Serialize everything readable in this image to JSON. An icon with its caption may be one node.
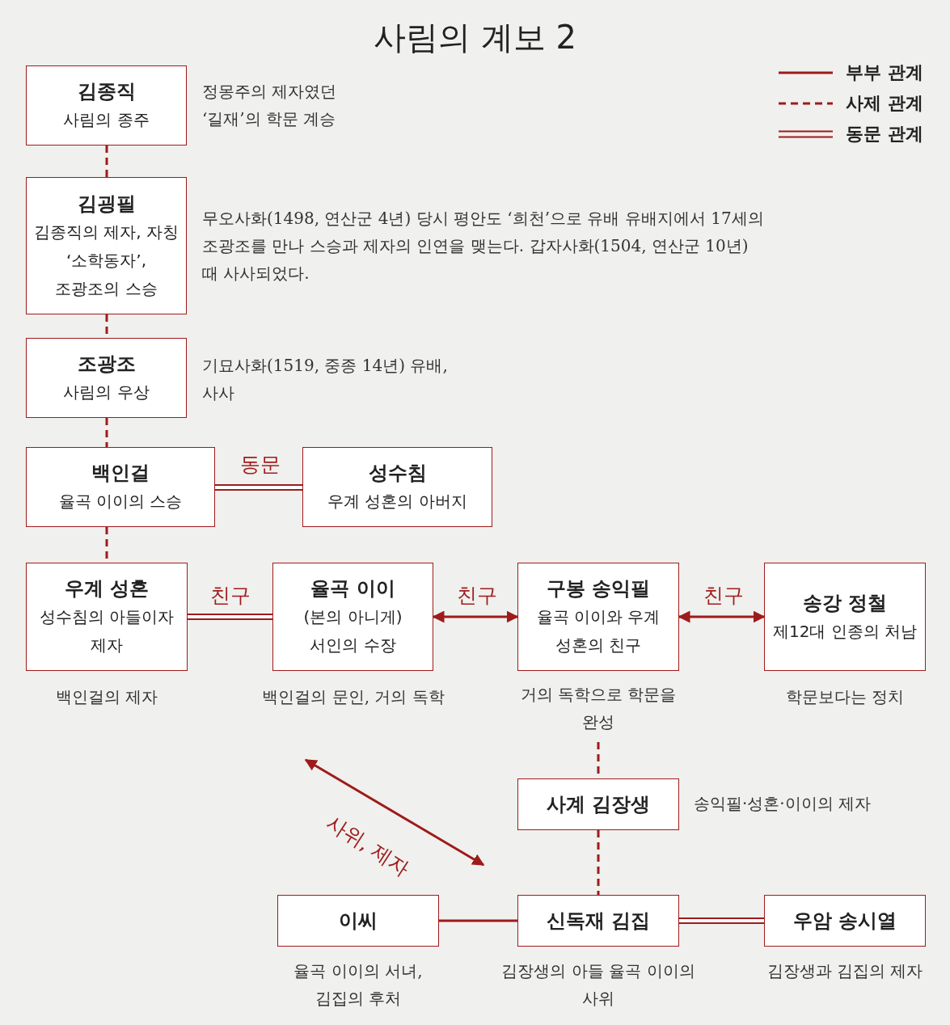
{
  "diagram": {
    "title": "사림의 계보 2",
    "nodes": [
      {
        "text": [
          "김종직",
          "사림의 종주"
        ],
        "beside": [
          "정몽주의 제자였던 ‘길재’의 학문 계승"
        ]
      },
      {
        "text": [
          "김굉필",
          "김종직의 제자, 자칭 ‘소학동자’, 조광조의 스승"
        ],
        "beside": [
          "무오사화(1498, 연산군 4년) 당시 평안도 ‘희천’으로 유배 유배지에서 17세의 조광조를 만나 스승과 제자의 인연을 맺는다. 갑자사화(1504, 연산군 10년) 때 사사되었다."
        ]
      },
      {
        "text": [
          "조광조",
          "사림의 우상"
        ],
        "beside": [
          "기묘사화(1519, 중종 14년) 유배, 사사"
        ]
      },
      {
        "text": [
          "백인걸",
          "율곡 이이의 스승"
        ]
      },
      {
        "text": [
          "성수침",
          "우계 성혼의 아버지"
        ]
      },
      {
        "text": [
          "우계 성혼",
          "성수침의 아들이자 제자"
        ],
        "beside": [
          "백인걸의 제자"
        ]
      },
      {
        "text": [
          "율곡 이이",
          "(본의 아니게) 서인의 수장"
        ],
        "beside": [
          "백인걸의 문인, 거의 독학"
        ]
      },
      {
        "text": [
          "구봉 송익필",
          "율곡 이이와 우계 성혼의 친구"
        ],
        "beside": [
          "거의 독학으로 학문을 완성"
        ]
      },
      {
        "text": [
          "송강 정철",
          "제12대 인종의 처남"
        ],
        "beside": [
          "학문보다는 정치"
        ]
      },
      {
        "text": [
          "사계 김장생"
        ],
        "beside": [
          "송익필·성혼·이이의 제자"
        ]
      },
      {
        "text": [
          "이씨"
        ],
        "beside": [
          "율곡 이이의 서녀, 김집의 후처"
        ]
      },
      {
        "text": [
          "신독재 김집"
        ],
        "beside": [
          "김장생의 아들 율곡 이이의 사위"
        ]
      },
      {
        "text": [
          "우암 송시열"
        ],
        "beside": [
          "김장생과 김집의 제자"
        ]
      }
    ],
    "edges": [
      {
        "from": 0,
        "to": 1,
        "arrow": "none",
        "style": "dashed"
      },
      {
        "from": 1,
        "to": 2,
        "arrow": "none",
        "style": "dashed"
      },
      {
        "from": 2,
        "to": 3,
        "arrow": "none",
        "style": "dashed"
      },
      {
        "from": 3,
        "to": 4,
        "arrow": "none",
        "style": "thick",
        "label": "동문"
      },
      {
        "from": 3,
        "to": 5,
        "arrow": "none",
        "style": "dashed"
      },
      {
        "from": 5,
        "to": 6,
        "arrow": "none",
        "style": "thick",
        "label": "친구"
      },
      {
        "from": 6,
        "to": 7,
        "arrow": "both",
        "label": "친구"
      },
      {
        "from": 7,
        "to": 8,
        "arrow": "both",
        "label": "친구"
      },
      {
        "from": 7,
        "to": 9,
        "arrow": "none",
        "style": "dashed"
      },
      {
        "from": 9,
        "to": 11,
        "arrow": "none",
        "style": "dashed"
      },
      {
        "from": 6,
        "to": 11,
        "arrow": "both",
        "label": "사위, 제자"
      },
      {
        "from": 10,
        "to": 11,
        "arrow": "none"
      },
      {
        "from": 11,
        "to": 12,
        "arrow": "none",
        "style": "thick"
      }
    ],
    "legend": [
      {
        "text": "부부 관계"
      },
      {
        "text": "사제 관계"
      },
      {
        "text": "동문 관계"
      }
    ]
  }
}
